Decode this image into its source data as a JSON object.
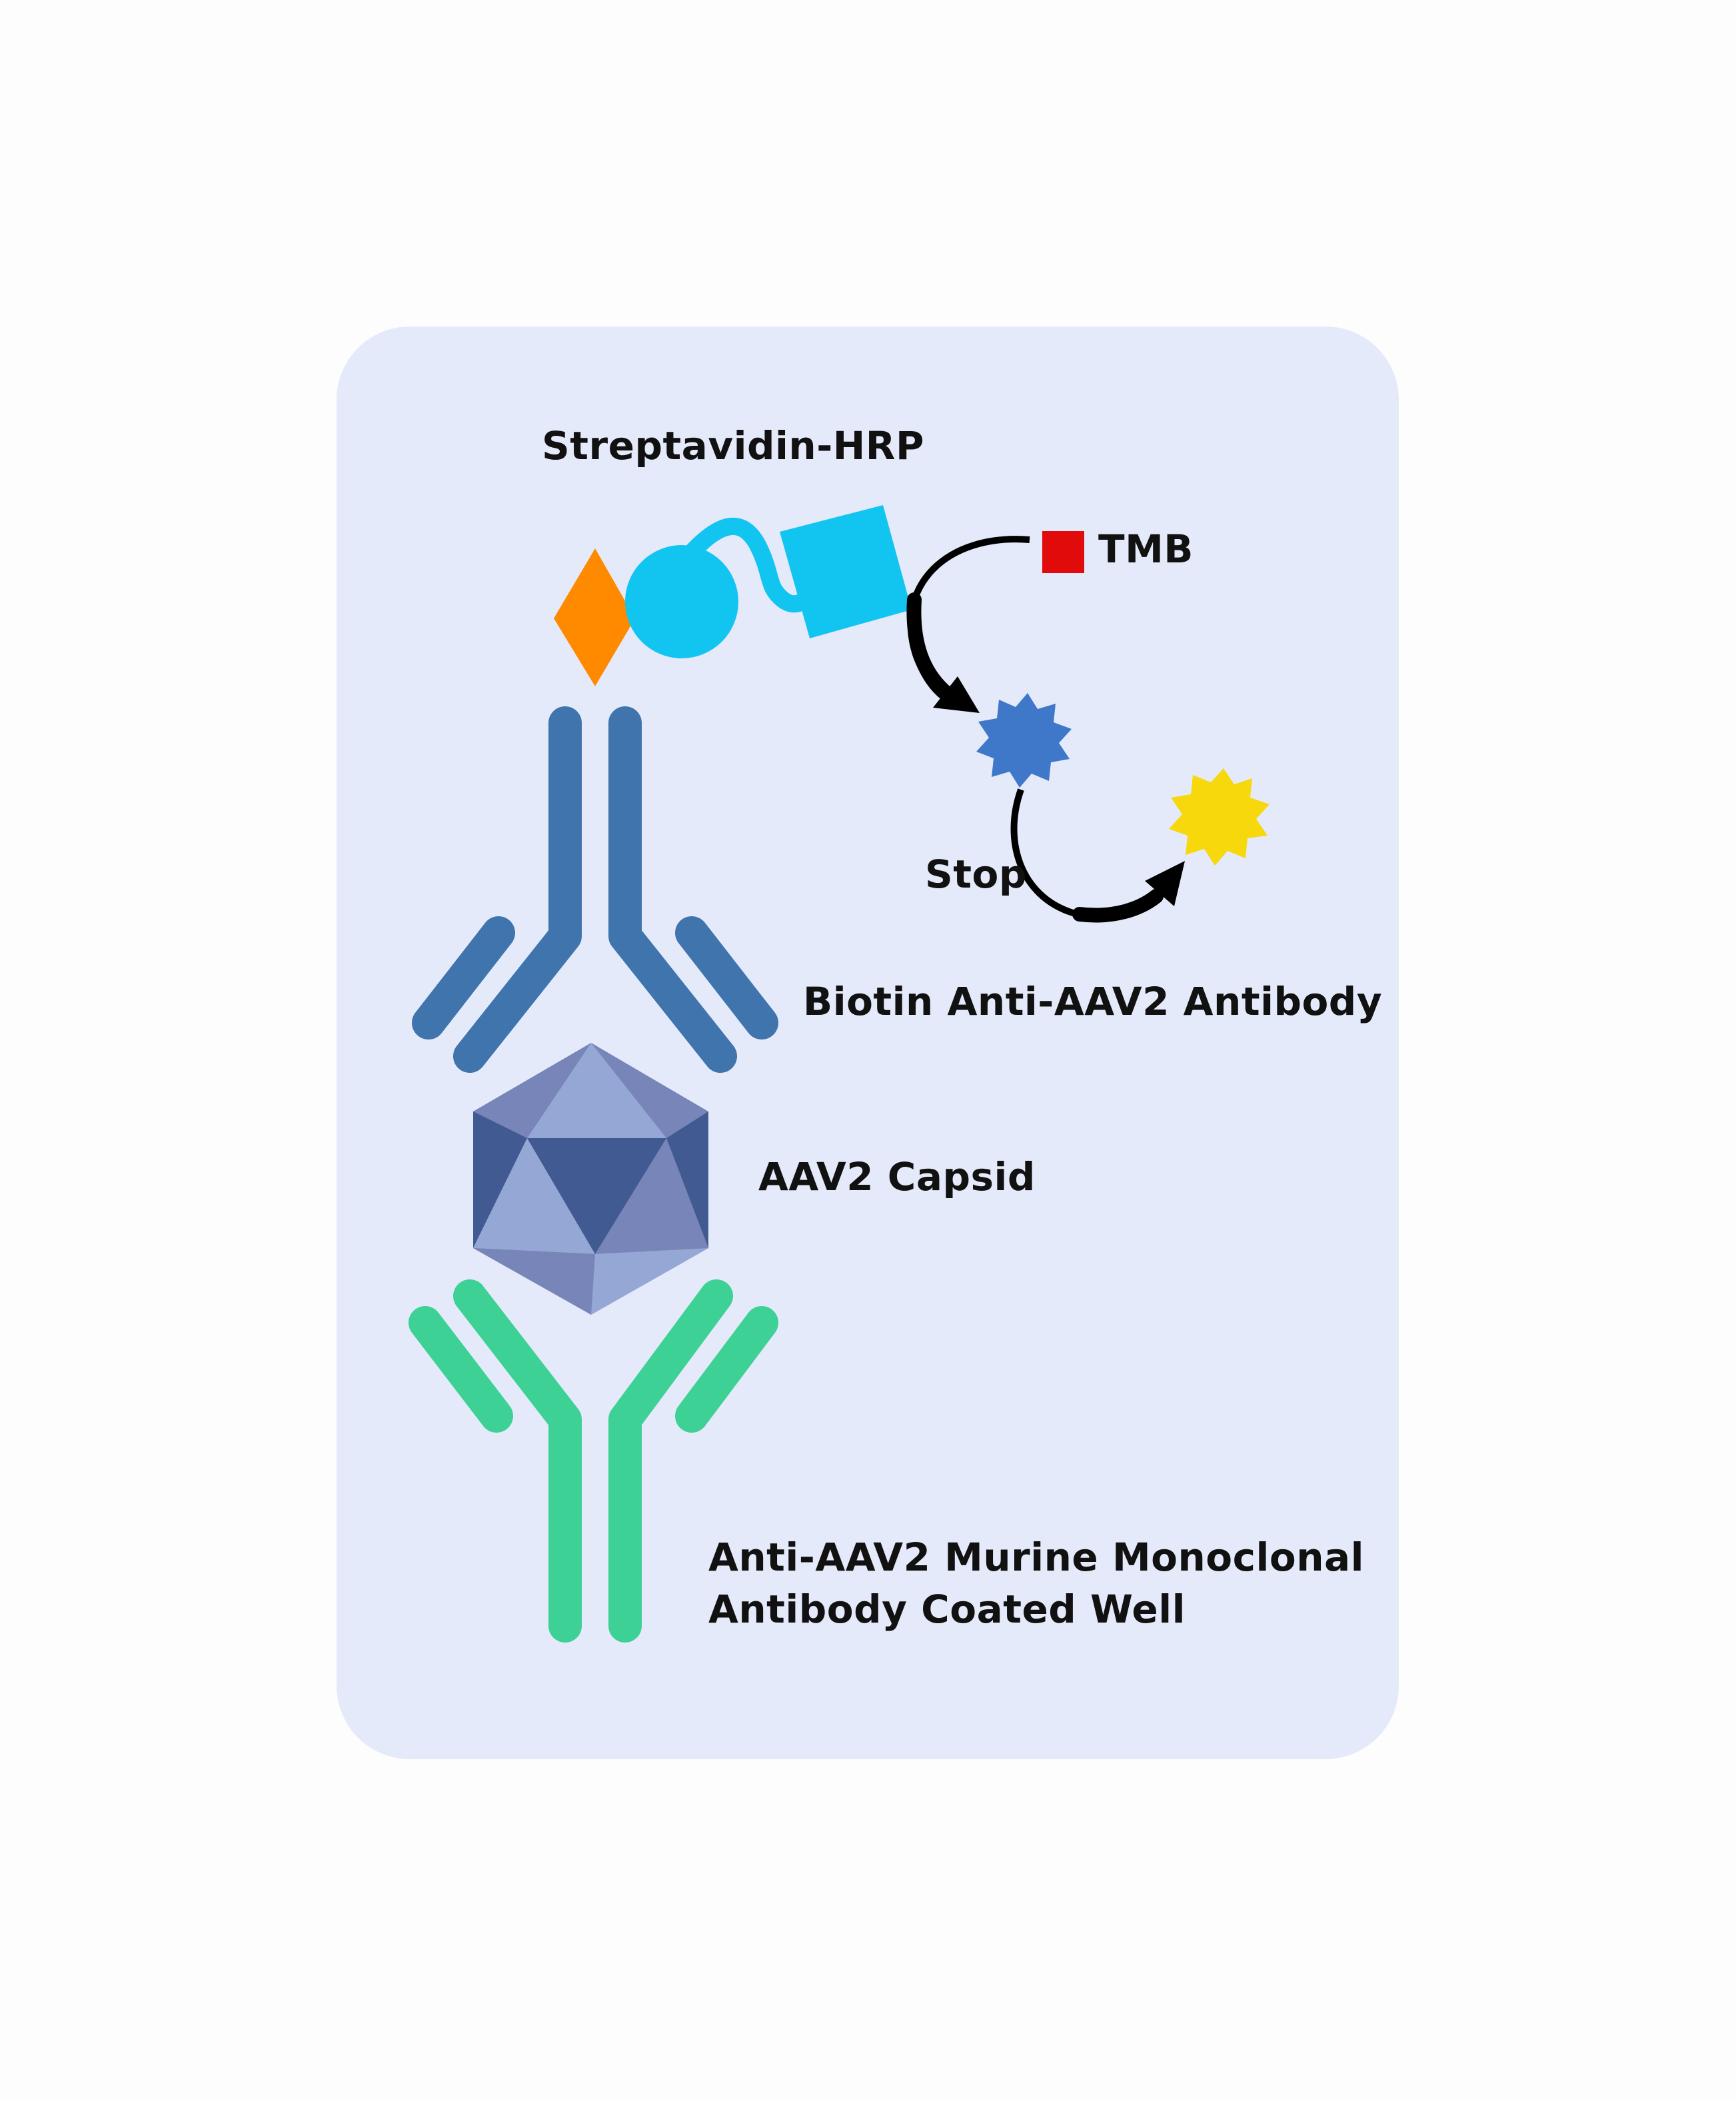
{
  "labels": {
    "streptavidin_hrp": "Streptavidin-HRP",
    "tmb": "TMB",
    "stop": "Stop",
    "biotin_antibody": "Biotin Anti-AAV2 Antibody",
    "capsid": "AAV2 Capsid",
    "coated_well_line1": "Anti-AAV2 Murine Monoclonal",
    "coated_well_line2": "Antibody Coated Well"
  },
  "colors": {
    "panel_bg": "#e5eafa",
    "biotin": "#ff8a00",
    "streptavidin": "#12c5f0",
    "tmb": "#e20b0b",
    "oxidized_tmb": "#3f78c8",
    "stopped_product": "#f7d80d",
    "detection_antibody": "#3f74ad",
    "capture_antibody": "#3dd196",
    "capsid_light": "#94a7d5",
    "capsid_mid": "#7785b8",
    "capsid_dark": "#415a92",
    "arrow": "#000000"
  }
}
